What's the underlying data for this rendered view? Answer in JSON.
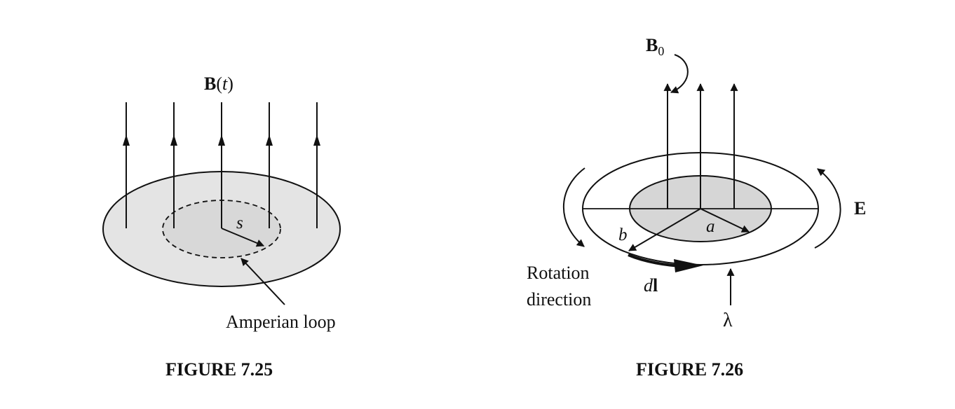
{
  "fig25": {
    "field_bold": "B",
    "field_paren_open": "(",
    "field_var": "t",
    "field_paren_close": ")",
    "radius_label": "s",
    "loop_label": "Amperian loop",
    "caption": "FIGURE 7.25"
  },
  "fig26": {
    "field_bold": "B",
    "field_sub": "0",
    "e_label": "E",
    "a_label": "a",
    "b_label": "b",
    "dl_italic": "d",
    "dl_bold": "l",
    "lambda_label": "λ",
    "rotation_line1": "Rotation",
    "rotation_line2": "direction",
    "caption": "FIGURE 7.26"
  },
  "colors": {
    "line": "#111111",
    "disk_fill": "#e4e4e4",
    "inner_fill": "#d6d6d6"
  }
}
